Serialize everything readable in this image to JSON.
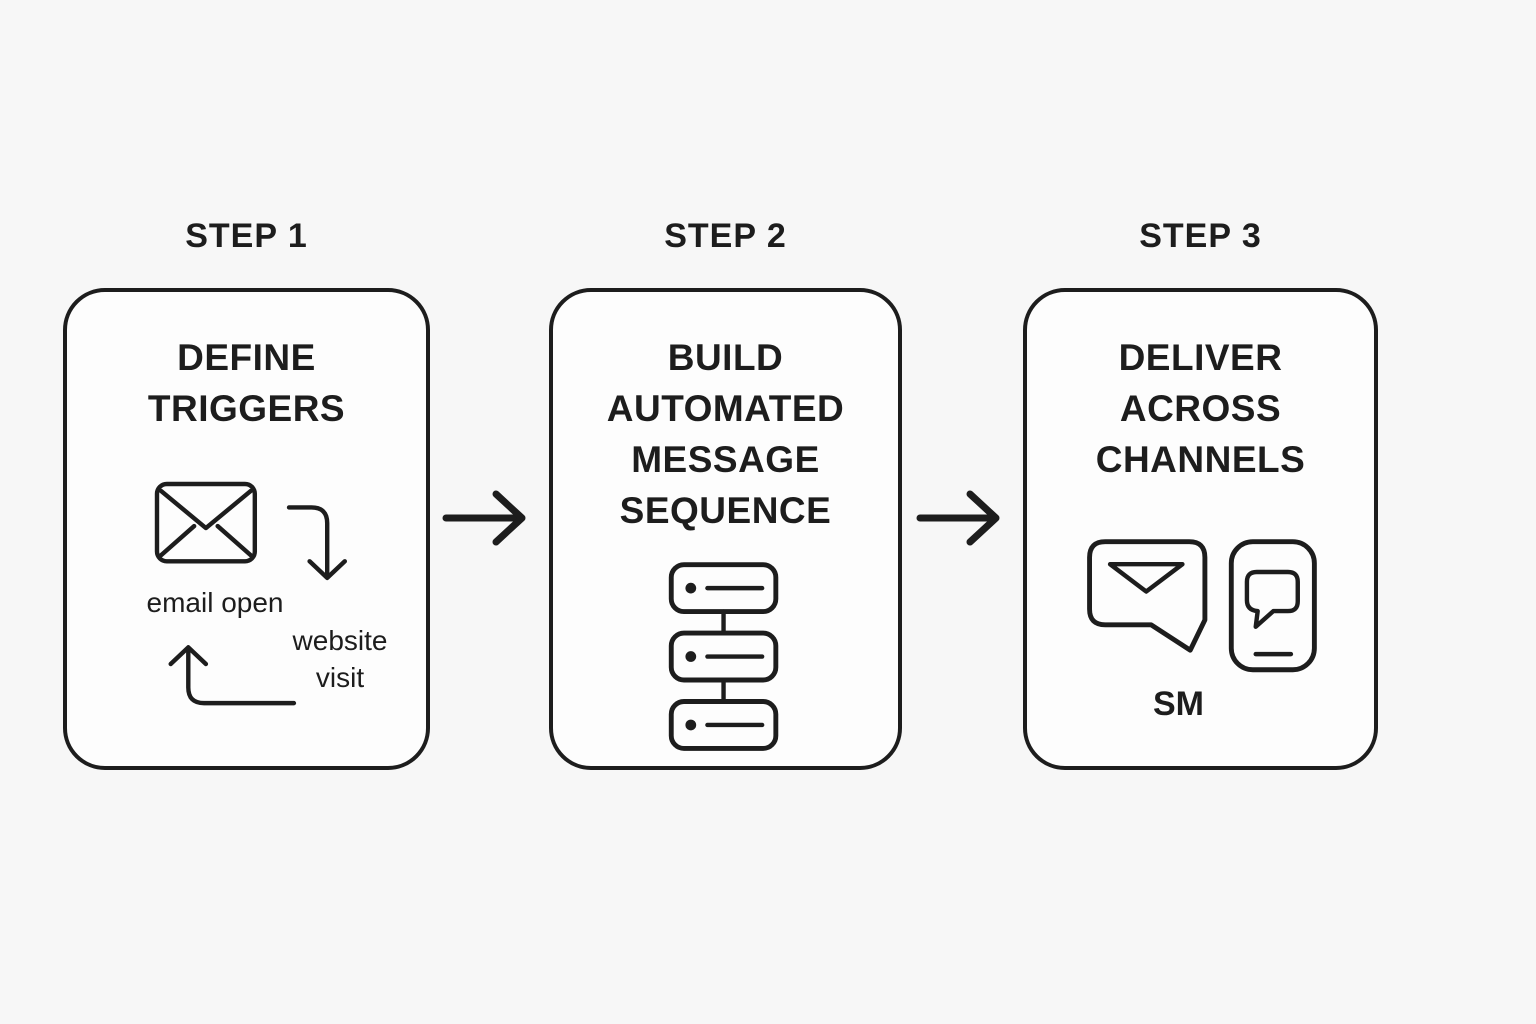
{
  "colors": {
    "bg": "#f7f7f7",
    "ink": "#1d1d1d",
    "card-bg": "#fdfdfd"
  },
  "steps": [
    {
      "label": "STEP 1",
      "title_lines": [
        "DEFINE",
        "TRIGGERS"
      ],
      "annotations": {
        "email_open": "email open",
        "website_line1": "website",
        "website_line2": "visit"
      },
      "icons": [
        "envelope-icon",
        "arrow-curve-down-icon",
        "arrow-curve-up-icon"
      ]
    },
    {
      "label": "STEP 2",
      "title_lines": [
        "BUILD",
        "AUTOMATED",
        "MESSAGE",
        "SEQUENCE"
      ],
      "annotations": {},
      "icons": [
        "message-sequence-icon"
      ]
    },
    {
      "label": "STEP 3",
      "title_lines": [
        "DELIVER",
        "ACROSS",
        "CHANNELS"
      ],
      "annotations": {
        "channel_label": "SM"
      },
      "icons": [
        "chat-bubble-envelope-icon",
        "phone-message-icon"
      ]
    }
  ],
  "connectors": {
    "style": "right-arrow",
    "count": 2
  }
}
